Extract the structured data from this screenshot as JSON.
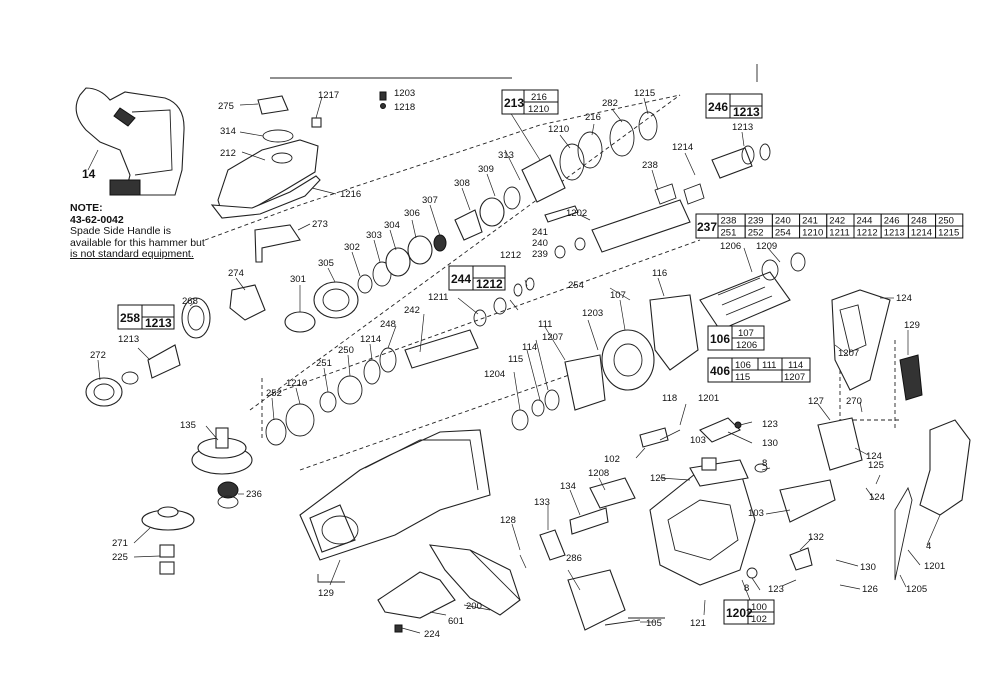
{
  "note": {
    "heading": "NOTE:",
    "part_number": "43-62-0042",
    "line1": "Spade Side Handle is",
    "line2": "available for this hammer but",
    "line3": "is not standard equipment."
  },
  "labels": [
    "14",
    "275",
    "1217",
    "1203",
    "1218",
    "314",
    "212",
    "1216",
    "273",
    "274",
    "268",
    "258",
    "1213",
    "272",
    "1213",
    "302",
    "303",
    "304",
    "306",
    "307",
    "308",
    "309",
    "313",
    "213",
    "216",
    "1210",
    "1210",
    "216",
    "282",
    "1215",
    "246",
    "1213",
    "1213",
    "1214",
    "238",
    "1202",
    "241",
    "240",
    "239",
    "254",
    "1206",
    "1209",
    "124",
    "301",
    "305",
    "244",
    "1212",
    "1212",
    "1211",
    "242",
    "248",
    "1214",
    "250",
    "251",
    "1210",
    "252",
    "116",
    "107",
    "111",
    "1203",
    "1207",
    "114",
    "115",
    "1204",
    "106",
    "107",
    "1206",
    "406",
    "106",
    "111",
    "114",
    "115",
    "1207",
    "129",
    "135",
    "236",
    "271",
    "225",
    "270",
    "127",
    "118",
    "1201",
    "123",
    "103",
    "130",
    "102",
    "125",
    "8",
    "1208",
    "134",
    "133",
    "128",
    "129",
    "200",
    "601",
    "224",
    "286",
    "105",
    "121",
    "1202",
    "100",
    "102",
    "103",
    "132",
    "130",
    "123",
    "125",
    "126",
    "1201",
    "1205",
    "4",
    "124",
    "125"
  ],
  "kit_tables": {
    "t237": {
      "key": "237",
      "row1": [
        "238",
        "239",
        "240",
        "241",
        "242",
        "244",
        "246",
        "248",
        "250"
      ],
      "row2": [
        "251",
        "252",
        "254",
        "1210",
        "1211",
        "1212",
        "1213",
        "1214",
        "1215"
      ]
    },
    "t406_row1": [
      "106",
      "111",
      "114"
    ],
    "t406_row2": [
      "115",
      "1207"
    ]
  }
}
